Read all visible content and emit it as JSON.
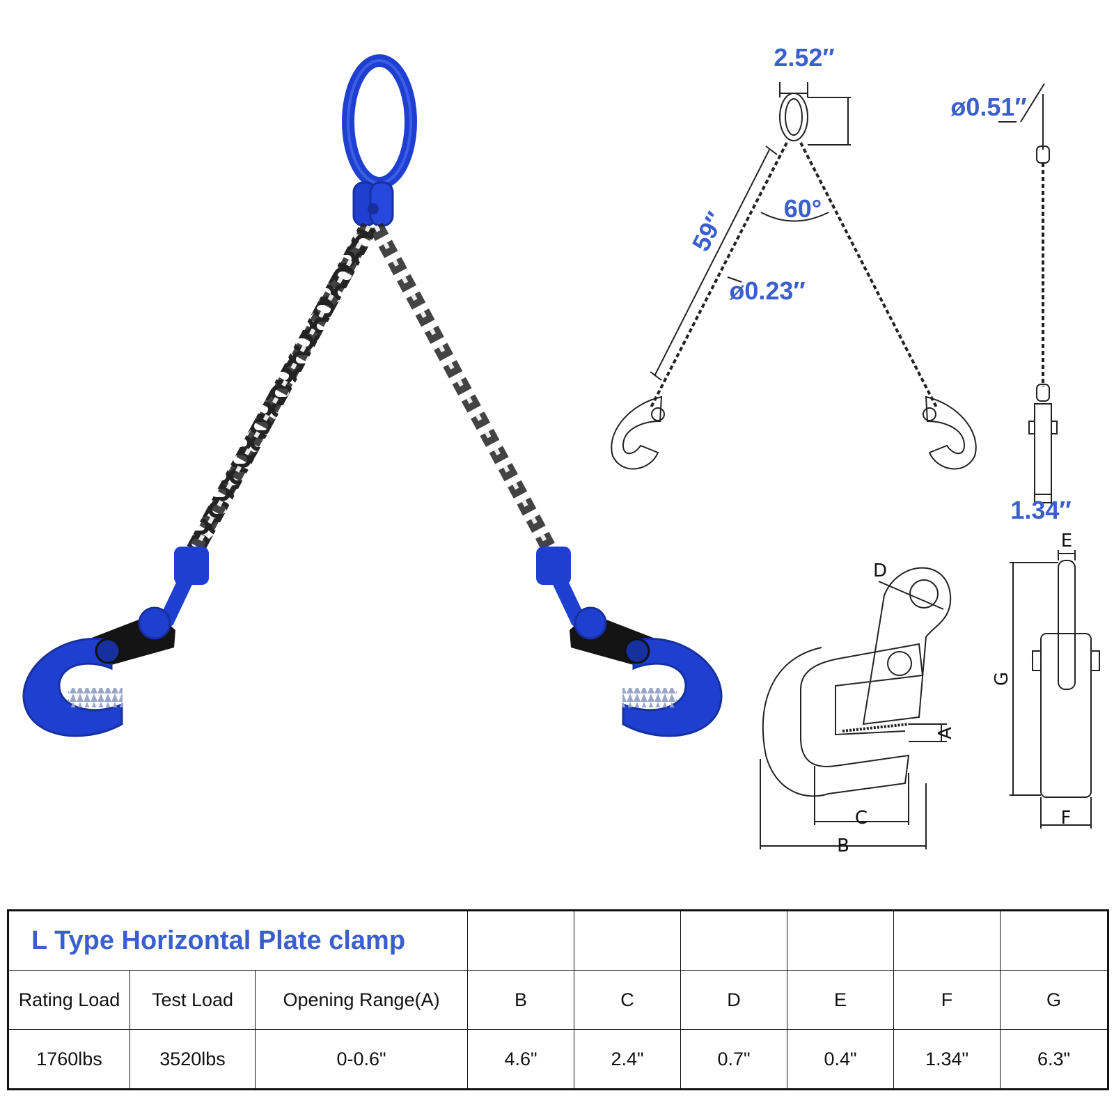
{
  "dimensions": {
    "ring_width": "2.52″",
    "chain_length": "59″",
    "sling_angle": "60°",
    "chain_diameter": "ø0.23″",
    "side_chain_diameter": "ø0.51″",
    "clamp_width": "1.34″"
  },
  "letters": [
    "A",
    "B",
    "C",
    "D",
    "E",
    "F",
    "G"
  ],
  "table": {
    "title": "L Type Horizontal Plate clamp",
    "headers": [
      "Rating Load",
      "Test Load",
      "Opening Range(A)",
      "B",
      "C",
      "D",
      "E",
      "F",
      "G"
    ],
    "values": [
      "1760lbs",
      "3520lbs",
      "0-0.6\"",
      "4.6\"",
      "2.4\"",
      "0.7\"",
      "0.4\"",
      "1.34\"",
      "6.3\""
    ]
  },
  "colors": {
    "accent": "#3a5fcd",
    "product_blue": "#1f3fd0",
    "chain": "#232323"
  }
}
